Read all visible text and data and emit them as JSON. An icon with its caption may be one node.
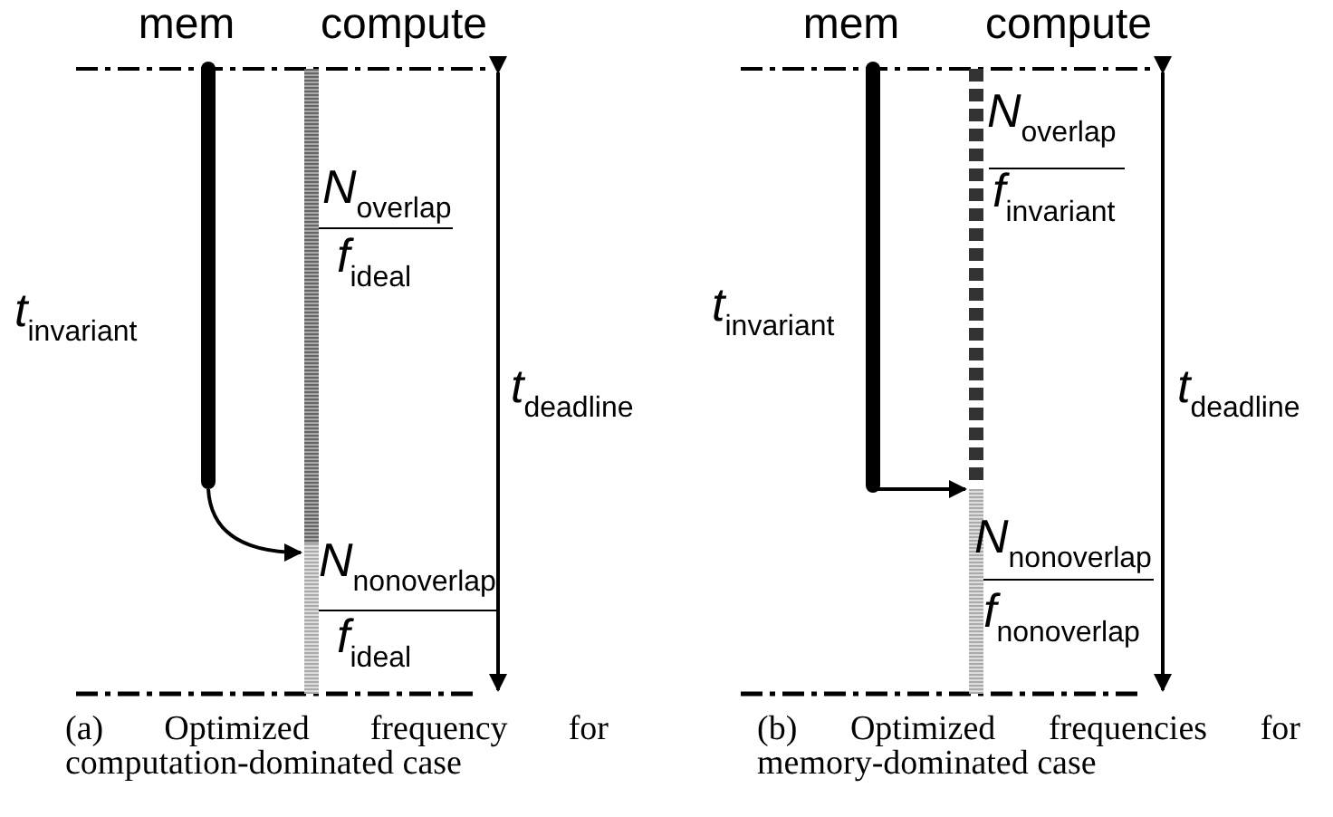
{
  "diagram": {
    "nodes": [
      {
        "text": [],
        "shape": "bar"
      },
      {
        "text": [],
        "shape": "bar"
      },
      {
        "text": [],
        "shape": "bar"
      },
      {
        "text": [],
        "shape": "bar"
      },
      {
        "text": [],
        "shape": "bar"
      },
      {
        "text": [],
        "shape": "bar"
      }
    ],
    "edges": [
      {
        "from": 0,
        "to": 2,
        "arrow": "to"
      },
      {
        "from": 3,
        "to": 5,
        "arrow": "to"
      }
    ],
    "labels": [
      "mem",
      "compute",
      "*N*$_{overlap}$",
      "*f*$_{ideal}$",
      "*t*$_{invariant}$",
      "*t*$_{deadline}$",
      "*N*$_{nonoverlap}$",
      "*f*$_{ideal}$",
      "mem",
      "compute",
      "*N*$_{overlap}$",
      "*f*$_{invariant}$",
      "*t*$_{invariant}$",
      "*t*$_{deadline}$",
      "*N*$_{nonoverlap}$",
      "*f*$_{nonoverlap}$",
      "(a) Optimized frequency for computation-dominated case",
      "(b) Optimized frequencies for memory-dominated case"
    ]
  }
}
